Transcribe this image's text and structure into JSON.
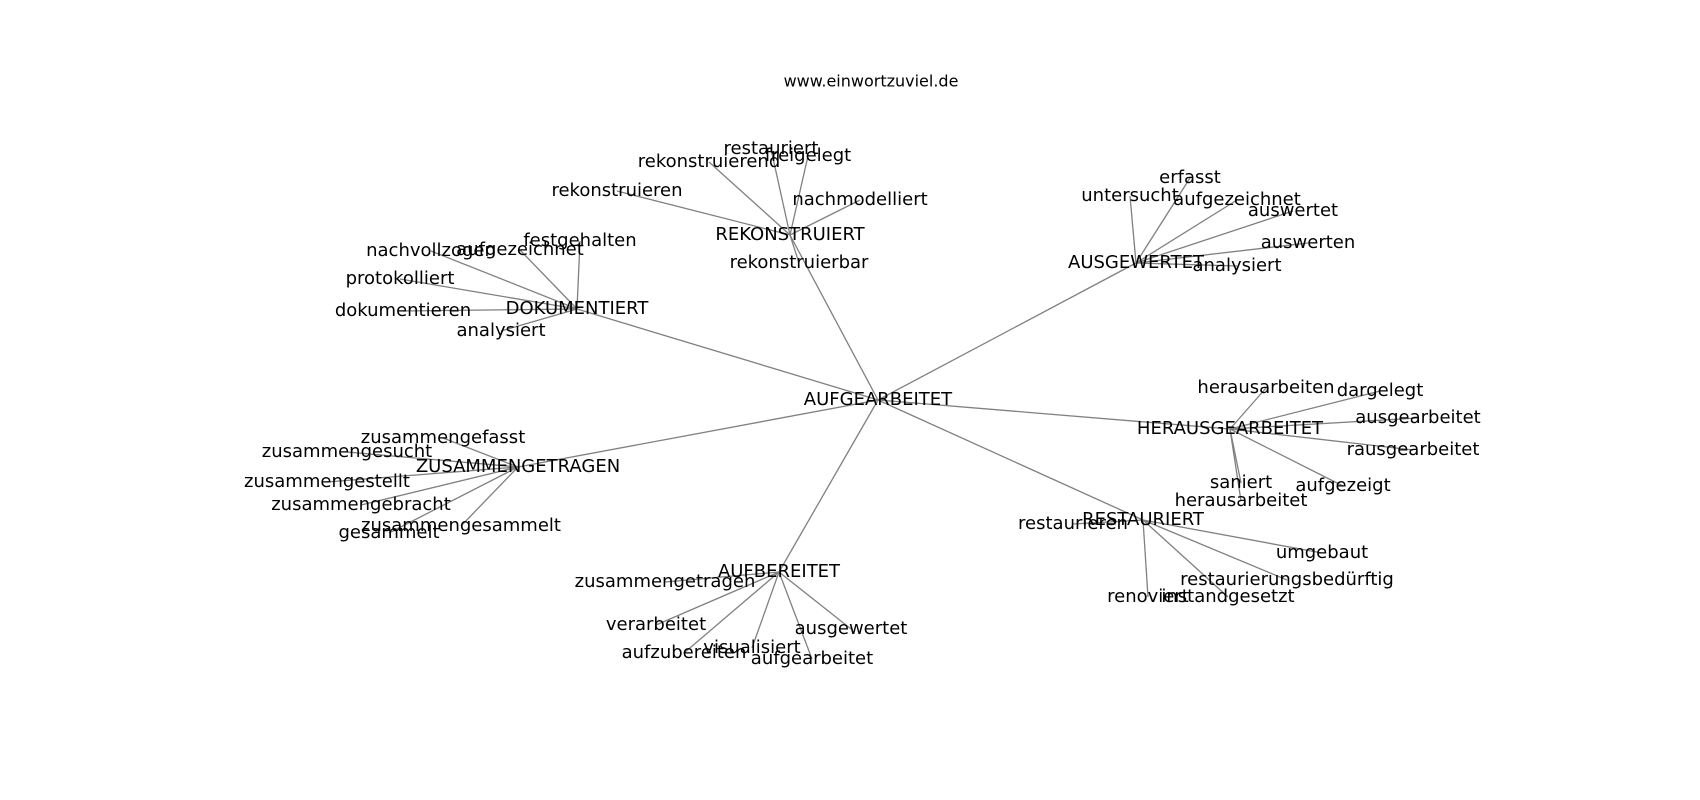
{
  "site": "www.einwortzuviel.de",
  "nodes": [
    {
      "id": "AUFGEARBEITET"
    },
    {
      "id": "REKONSTRUIERT"
    },
    {
      "id": "AUSGEWERTET"
    },
    {
      "id": "DOKUMENTIERT"
    },
    {
      "id": "HERAUSGEARBEITET"
    },
    {
      "id": "ZUSAMMENGETRAGEN"
    },
    {
      "id": "RESTAURIERT"
    },
    {
      "id": "AUFBEREITET"
    },
    {
      "id": "restauriert"
    },
    {
      "id": "freigelegt"
    },
    {
      "id": "rekonstruierend"
    },
    {
      "id": "rekonstruieren"
    },
    {
      "id": "nachmodelliert"
    },
    {
      "id": "rekonstruierbar"
    },
    {
      "id": "erfasst"
    },
    {
      "id": "untersucht"
    },
    {
      "id": "aufgezeichnet_a"
    },
    {
      "id": "auswertet"
    },
    {
      "id": "auswerten"
    },
    {
      "id": "analysiert_a"
    },
    {
      "id": "festgehalten"
    },
    {
      "id": "nachvollzogen"
    },
    {
      "id": "aufgezeichnet_d"
    },
    {
      "id": "protokolliert"
    },
    {
      "id": "dokumentieren"
    },
    {
      "id": "analysiert_d"
    },
    {
      "id": "herausarbeiten"
    },
    {
      "id": "dargelegt"
    },
    {
      "id": "ausgearbeitet"
    },
    {
      "id": "rausgearbeitet"
    },
    {
      "id": "saniert"
    },
    {
      "id": "aufgezeigt"
    },
    {
      "id": "herausarbeitet"
    },
    {
      "id": "zusammengefasst"
    },
    {
      "id": "zusammengesucht"
    },
    {
      "id": "zusammengestellt"
    },
    {
      "id": "zusammengebracht"
    },
    {
      "id": "zusammengesammelt"
    },
    {
      "id": "gesammelt"
    },
    {
      "id": "restaurieren"
    },
    {
      "id": "umgebaut"
    },
    {
      "id": "restaurierungsbeduerftig"
    },
    {
      "id": "renoviert"
    },
    {
      "id": "instandgesetzt"
    },
    {
      "id": "zusammengetragen"
    },
    {
      "id": "verarbeitet"
    },
    {
      "id": "ausgewertet"
    },
    {
      "id": "aufzubereiten"
    },
    {
      "id": "visualisiert"
    },
    {
      "id": "aufgearbeitet"
    }
  ],
  "labels": {
    "AUFGEARBEITET": "AUFGEARBEITET",
    "REKONSTRUIERT": "REKONSTRUIERT",
    "AUSGEWERTET": "AUSGEWERTET",
    "DOKUMENTIERT": "DOKUMENTIERT",
    "HERAUSGEARBEITET": "HERAUSGEARBEITET",
    "ZUSAMMENGETRAGEN": "ZUSAMMENGETRAGEN",
    "RESTAURIERT": "RESTAURIERT",
    "AUFBEREITET": "AUFBEREITET",
    "restauriert": "restauriert",
    "freigelegt": "freigelegt",
    "rekonstruierend": "rekonstruierend",
    "rekonstruieren": "rekonstruieren",
    "nachmodelliert": "nachmodelliert",
    "rekonstruierbar": "rekonstruierbar",
    "erfasst": "erfasst",
    "untersucht": "untersucht",
    "aufgezeichnet_a": "aufgezeichnet",
    "auswertet": "auswertet",
    "auswerten": "auswerten",
    "analysiert_a": "analysiert",
    "festgehalten": "festgehalten",
    "nachvollzogen": "nachvollzogen",
    "aufgezeichnet_d": "aufgezeichnet",
    "protokolliert": "protokolliert",
    "dokumentieren": "dokumentieren",
    "analysiert_d": "analysiert",
    "herausarbeiten": "herausarbeiten",
    "dargelegt": "dargelegt",
    "ausgearbeitet": "ausgearbeitet",
    "rausgearbeitet": "rausgearbeitet",
    "saniert": "saniert",
    "aufgezeigt": "aufgezeigt",
    "herausarbeitet": "herausarbeitet",
    "zusammengefasst": "zusammengefasst",
    "zusammengesucht": "zusammengesucht",
    "zusammengestellt": "zusammengestellt",
    "zusammengebracht": "zusammengebracht",
    "zusammengesammelt": "zusammengesammelt",
    "gesammelt": "gesammelt",
    "restaurieren": "restaurieren",
    "umgebaut": "umgebaut",
    "restaurierungsbeduerftig": "restaurierungsbedürftig",
    "renoviert": "renoviert",
    "instandgesetzt": "instandgesetzt",
    "zusammengetragen": "zusammengetragen",
    "verarbeitet": "verarbeitet",
    "ausgewertet": "ausgewertet",
    "aufzubereiten": "aufzubereiten",
    "visualisiert": "visualisiert",
    "aufgearbeitet": "aufgearbeitet"
  },
  "edges": [
    [
      "AUFGEARBEITET",
      "REKONSTRUIERT"
    ],
    [
      "AUFGEARBEITET",
      "AUSGEWERTET"
    ],
    [
      "AUFGEARBEITET",
      "DOKUMENTIERT"
    ],
    [
      "AUFGEARBEITET",
      "HERAUSGEARBEITET"
    ],
    [
      "AUFGEARBEITET",
      "ZUSAMMENGETRAGEN"
    ],
    [
      "AUFGEARBEITET",
      "RESTAURIERT"
    ],
    [
      "AUFGEARBEITET",
      "AUFBEREITET"
    ],
    [
      "REKONSTRUIERT",
      "restauriert"
    ],
    [
      "REKONSTRUIERT",
      "freigelegt"
    ],
    [
      "REKONSTRUIERT",
      "rekonstruierend"
    ],
    [
      "REKONSTRUIERT",
      "rekonstruieren"
    ],
    [
      "REKONSTRUIERT",
      "nachmodelliert"
    ],
    [
      "REKONSTRUIERT",
      "rekonstruierbar"
    ],
    [
      "AUSGEWERTET",
      "erfasst"
    ],
    [
      "AUSGEWERTET",
      "untersucht"
    ],
    [
      "AUSGEWERTET",
      "aufgezeichnet_a"
    ],
    [
      "AUSGEWERTET",
      "auswertet"
    ],
    [
      "AUSGEWERTET",
      "auswerten"
    ],
    [
      "AUSGEWERTET",
      "analysiert_a"
    ],
    [
      "DOKUMENTIERT",
      "festgehalten"
    ],
    [
      "DOKUMENTIERT",
      "nachvollzogen"
    ],
    [
      "DOKUMENTIERT",
      "aufgezeichnet_d"
    ],
    [
      "DOKUMENTIERT",
      "protokolliert"
    ],
    [
      "DOKUMENTIERT",
      "dokumentieren"
    ],
    [
      "DOKUMENTIERT",
      "analysiert_d"
    ],
    [
      "HERAUSGEARBEITET",
      "herausarbeiten"
    ],
    [
      "HERAUSGEARBEITET",
      "dargelegt"
    ],
    [
      "HERAUSGEARBEITET",
      "ausgearbeitet"
    ],
    [
      "HERAUSGEARBEITET",
      "rausgearbeitet"
    ],
    [
      "HERAUSGEARBEITET",
      "saniert"
    ],
    [
      "HERAUSGEARBEITET",
      "aufgezeigt"
    ],
    [
      "HERAUSGEARBEITET",
      "herausarbeitet"
    ],
    [
      "ZUSAMMENGETRAGEN",
      "zusammengefasst"
    ],
    [
      "ZUSAMMENGETRAGEN",
      "zusammengesucht"
    ],
    [
      "ZUSAMMENGETRAGEN",
      "zusammengestellt"
    ],
    [
      "ZUSAMMENGETRAGEN",
      "zusammengebracht"
    ],
    [
      "ZUSAMMENGETRAGEN",
      "zusammengesammelt"
    ],
    [
      "ZUSAMMENGETRAGEN",
      "gesammelt"
    ],
    [
      "RESTAURIERT",
      "restaurieren"
    ],
    [
      "RESTAURIERT",
      "umgebaut"
    ],
    [
      "RESTAURIERT",
      "restaurierungsbeduerftig"
    ],
    [
      "RESTAURIERT",
      "renoviert"
    ],
    [
      "RESTAURIERT",
      "instandgesetzt"
    ],
    [
      "AUFBEREITET",
      "zusammengetragen"
    ],
    [
      "AUFBEREITET",
      "verarbeitet"
    ],
    [
      "AUFBEREITET",
      "ausgewertet"
    ],
    [
      "AUFBEREITET",
      "aufzubereiten"
    ],
    [
      "AUFBEREITET",
      "visualisiert"
    ],
    [
      "AUFBEREITET",
      "aufgearbeitet"
    ]
  ],
  "colors": {
    "edge": "#808080",
    "text": "#000000",
    "background": "#ffffff"
  }
}
